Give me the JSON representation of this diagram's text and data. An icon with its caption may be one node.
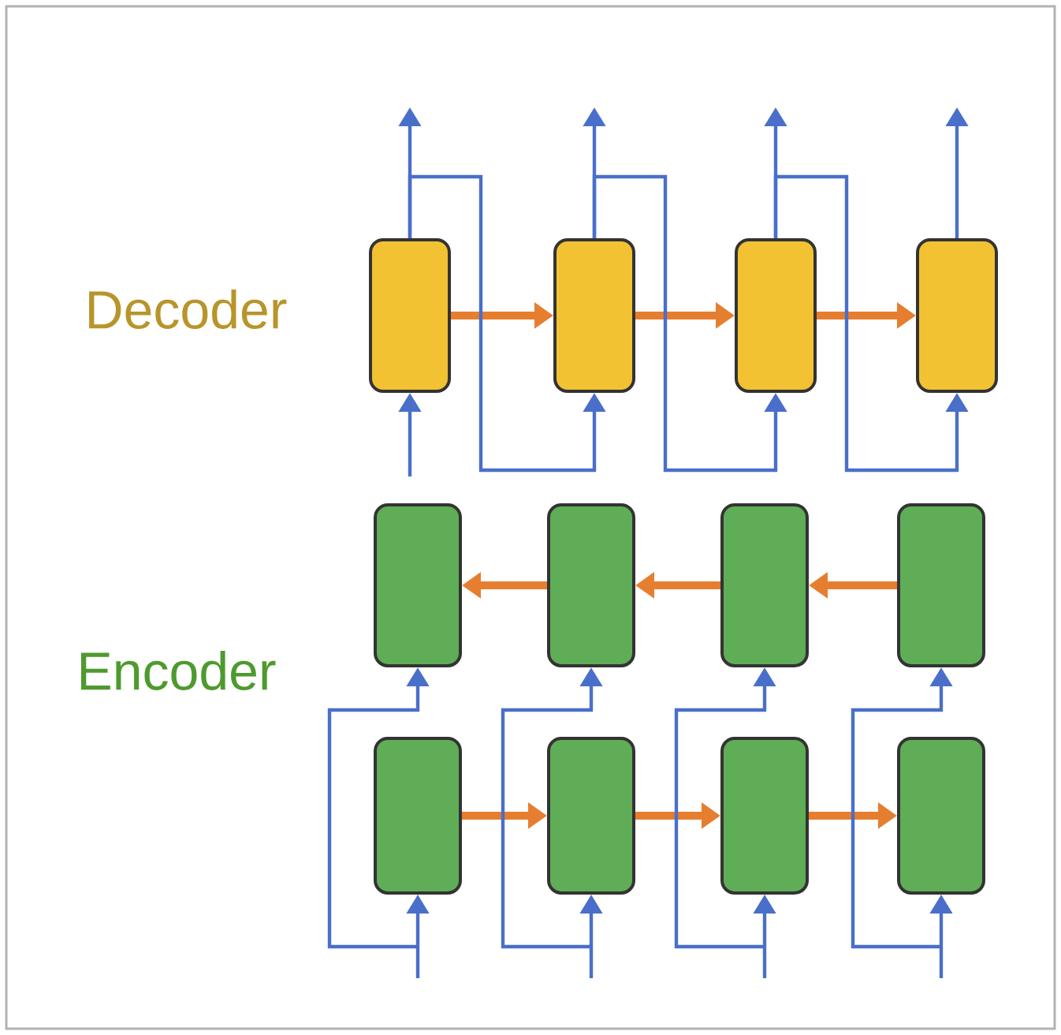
{
  "diagram": {
    "nodes": [
      {
        "text": [],
        "shape": "box"
      },
      {
        "text": [],
        "shape": "box"
      },
      {
        "text": [],
        "shape": "box"
      },
      {
        "text": [],
        "shape": "box"
      },
      {
        "text": [],
        "shape": "box"
      },
      {
        "text": [],
        "shape": "box"
      },
      {
        "text": [],
        "shape": "box"
      },
      {
        "text": [],
        "shape": "box"
      },
      {
        "text": [],
        "shape": "box"
      },
      {
        "text": [],
        "shape": "box"
      },
      {
        "text": [],
        "shape": "box"
      },
      {
        "text": [],
        "shape": "box"
      }
    ],
    "edges": [
      {
        "from": 0,
        "to": 1,
        "arrow": "to",
        "style": "thick",
        "color": "#e67e30"
      },
      {
        "from": 1,
        "to": 2,
        "arrow": "to",
        "style": "thick",
        "color": "#e67e30"
      },
      {
        "from": 2,
        "to": 3,
        "arrow": "to",
        "style": "thick",
        "color": "#e67e30"
      },
      {
        "from": 0,
        "to": null,
        "arrow": "to"
      },
      {
        "from": 1,
        "to": null,
        "arrow": "to"
      },
      {
        "from": 2,
        "to": null,
        "arrow": "to"
      },
      {
        "from": 3,
        "to": null,
        "arrow": "to"
      },
      {
        "from": null,
        "to": 0,
        "arrow": "to"
      },
      {
        "from": 0,
        "to": 1,
        "arrow": "to"
      },
      {
        "from": 1,
        "to": 2,
        "arrow": "to"
      },
      {
        "from": 2,
        "to": 3,
        "arrow": "to"
      },
      {
        "from": 5,
        "to": 4,
        "arrow": "to",
        "style": "thick",
        "color": "#e67e30"
      },
      {
        "from": 6,
        "to": 5,
        "arrow": "to",
        "style": "thick",
        "color": "#e67e30"
      },
      {
        "from": 7,
        "to": 6,
        "arrow": "to",
        "style": "thick",
        "color": "#e67e30"
      },
      {
        "from": 8,
        "to": 9,
        "arrow": "to",
        "style": "thick",
        "color": "#e67e30"
      },
      {
        "from": 9,
        "to": 10,
        "arrow": "to",
        "style": "thick",
        "color": "#e67e30"
      },
      {
        "from": 10,
        "to": 11,
        "arrow": "to",
        "style": "thick",
        "color": "#e67e30"
      },
      {
        "from": null,
        "to": 8,
        "arrow": "to"
      },
      {
        "from": null,
        "to": 9,
        "arrow": "to"
      },
      {
        "from": null,
        "to": 10,
        "arrow": "to"
      },
      {
        "from": null,
        "to": 11,
        "arrow": "to"
      },
      {
        "from": null,
        "to": 4,
        "arrow": "to"
      },
      {
        "from": null,
        "to": 5,
        "arrow": "to"
      },
      {
        "from": null,
        "to": 6,
        "arrow": "to"
      },
      {
        "from": null,
        "to": 7,
        "arrow": "to"
      }
    ],
    "labels": [
      "Decoder",
      "Encoder"
    ]
  }
}
